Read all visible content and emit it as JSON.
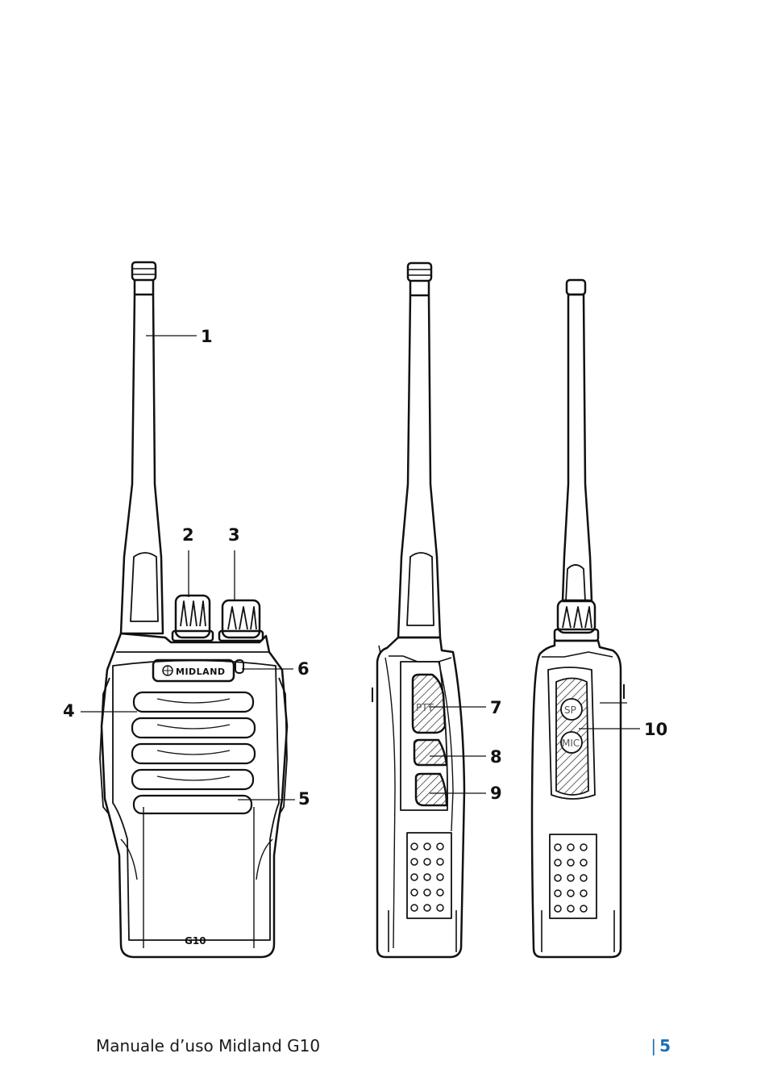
{
  "diagram": {
    "callouts": [
      "1",
      "2",
      "3",
      "4",
      "5",
      "6",
      "7",
      "8",
      "9",
      "10"
    ],
    "brand_label": "MIDLAND",
    "model_label": "G10",
    "ptt_label": "PTT",
    "sp_label": "SP",
    "mic_label": "MIC"
  },
  "footer": {
    "title": "Manuale d’uso Midland G10",
    "page_number": "5",
    "page_color": "#1a6fb5"
  }
}
